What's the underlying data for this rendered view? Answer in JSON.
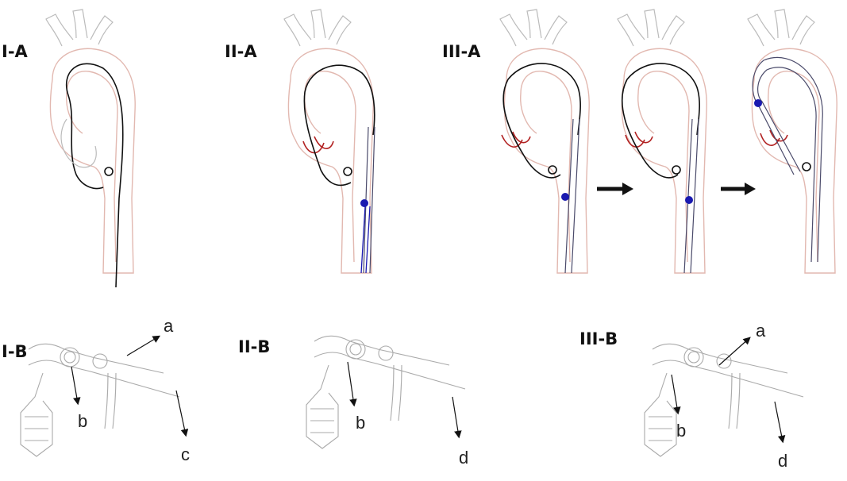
{
  "panels": {
    "IA": {
      "label": "I-A"
    },
    "IIA": {
      "label": "II-A"
    },
    "IIIA": {
      "label": "III-A"
    },
    "IB": {
      "label": "I-B",
      "callouts": [
        "a",
        "b",
        "c"
      ]
    },
    "IIB": {
      "label": "II-B",
      "callouts": [
        "b",
        "d"
      ]
    },
    "IIIB": {
      "label": "III-B",
      "callouts": [
        "a",
        "b",
        "d"
      ]
    }
  },
  "colors": {
    "aorta_wall": "#e2b8b0",
    "guidewire": "#111111",
    "valve": "#b22222",
    "balloon_marker": "#1a1ab0"
  },
  "icons": [
    "step-arrow-icon",
    "step-arrow-icon"
  ]
}
